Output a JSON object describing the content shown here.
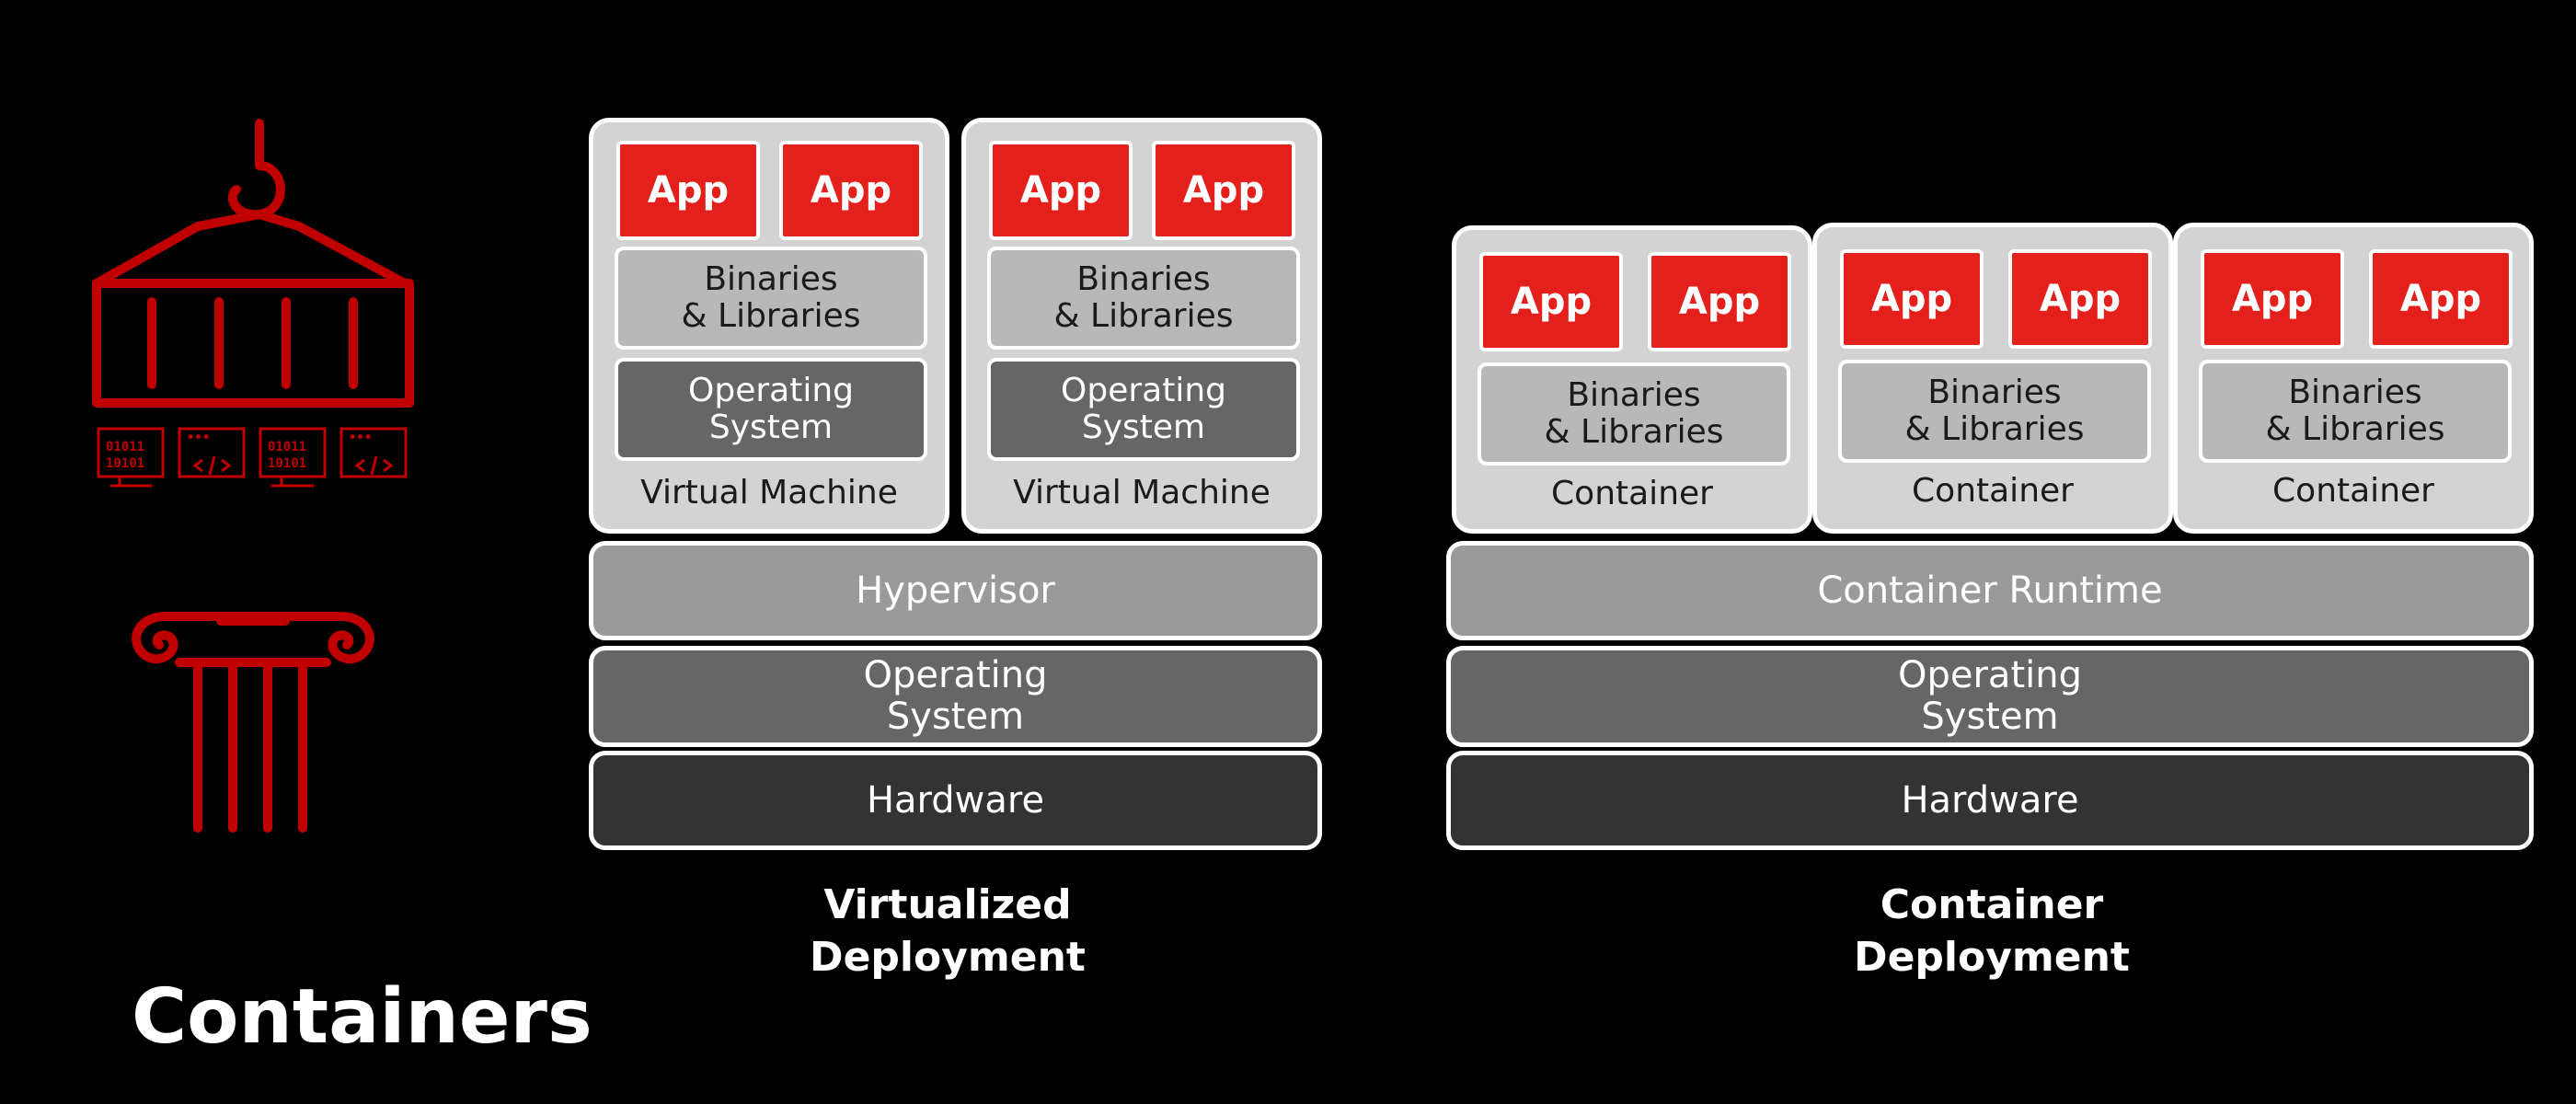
{
  "page_title": "Containers",
  "virtualized": {
    "title": "Virtualized\nDeployment",
    "vms": [
      {
        "apps": [
          "App",
          "App"
        ],
        "binaries": "Binaries\n& Libraries",
        "os": "Operating\nSystem",
        "label": "Virtual Machine"
      },
      {
        "apps": [
          "App",
          "App"
        ],
        "binaries": "Binaries\n& Libraries",
        "os": "Operating\nSystem",
        "label": "Virtual Machine"
      }
    ],
    "hypervisor": "Hypervisor",
    "os": "Operating\nSystem",
    "hardware": "Hardware"
  },
  "container": {
    "title": "Container\nDeployment",
    "containers": [
      {
        "apps": [
          "App",
          "App"
        ],
        "binaries": "Binaries\n& Libraries",
        "label": "Container"
      },
      {
        "apps": [
          "App",
          "App"
        ],
        "binaries": "Binaries\n& Libraries",
        "label": "Container"
      },
      {
        "apps": [
          "App",
          "App"
        ],
        "binaries": "Binaries\n& Libraries",
        "label": "Container"
      }
    ],
    "runtime": "Container Runtime",
    "os": "Operating\nSystem",
    "hardware": "Hardware"
  },
  "colors": {
    "accent": "#e3201b",
    "icon": "#c00000",
    "light": "#d3d3d3",
    "mid": "#9a9a9a",
    "dark": "#666666",
    "darker": "#333333"
  },
  "icons": [
    "shipping-container-icon",
    "column-pillar-icon"
  ]
}
